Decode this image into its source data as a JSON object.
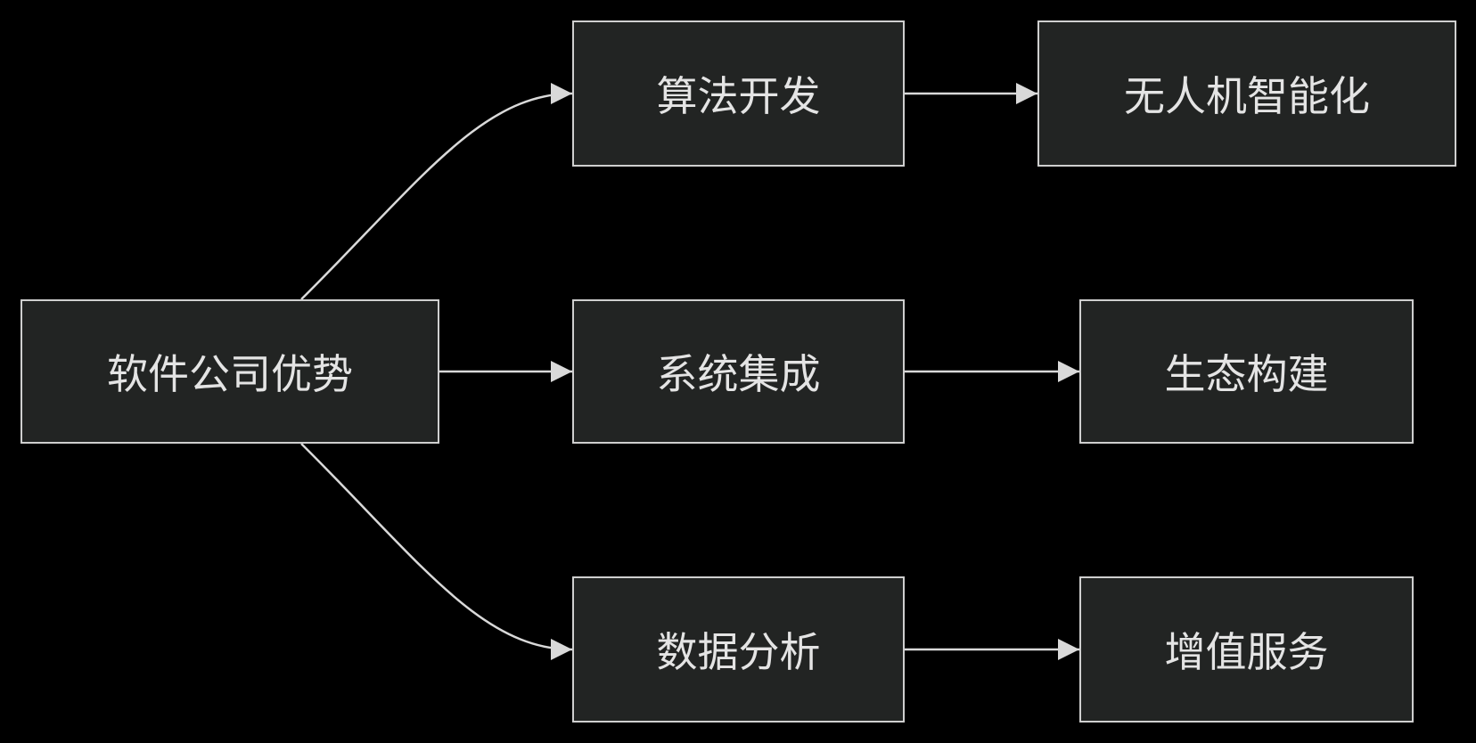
{
  "diagram": {
    "colors": {
      "background": "#000000",
      "node_fill": "#222423",
      "node_border": "#cfcfcf",
      "text": "#e4e4e4",
      "edge": "#d9d9d9"
    },
    "nodes": {
      "root": "软件公司优势",
      "algorithm": "算法开发",
      "integration": "系统集成",
      "analytics": "数据分析",
      "drone": "无人机智能化",
      "ecosystem": "生态构建",
      "value_added": "增值服务"
    },
    "edges": [
      {
        "from": "root",
        "to": "algorithm"
      },
      {
        "from": "root",
        "to": "integration"
      },
      {
        "from": "root",
        "to": "analytics"
      },
      {
        "from": "algorithm",
        "to": "drone"
      },
      {
        "from": "integration",
        "to": "ecosystem"
      },
      {
        "from": "analytics",
        "to": "value_added"
      }
    ]
  }
}
